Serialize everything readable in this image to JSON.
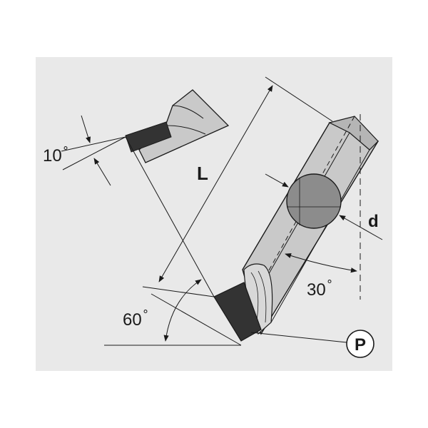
{
  "diagram": {
    "labels": {
      "clearance_angle": "10",
      "clearance_degree": "°",
      "length": "L",
      "diameter": "d",
      "inclination_angle": "30",
      "inclination_degree": "°",
      "setting_angle": "60",
      "setting_degree": "°",
      "point": "P"
    },
    "colors": {
      "panel": "#e9e9e9",
      "shank": "#c9c9c9",
      "shank_dark": "#a8a8a8",
      "insert": "#333333",
      "circle": "#8c8c8c",
      "line": "#1a1a1a"
    }
  }
}
